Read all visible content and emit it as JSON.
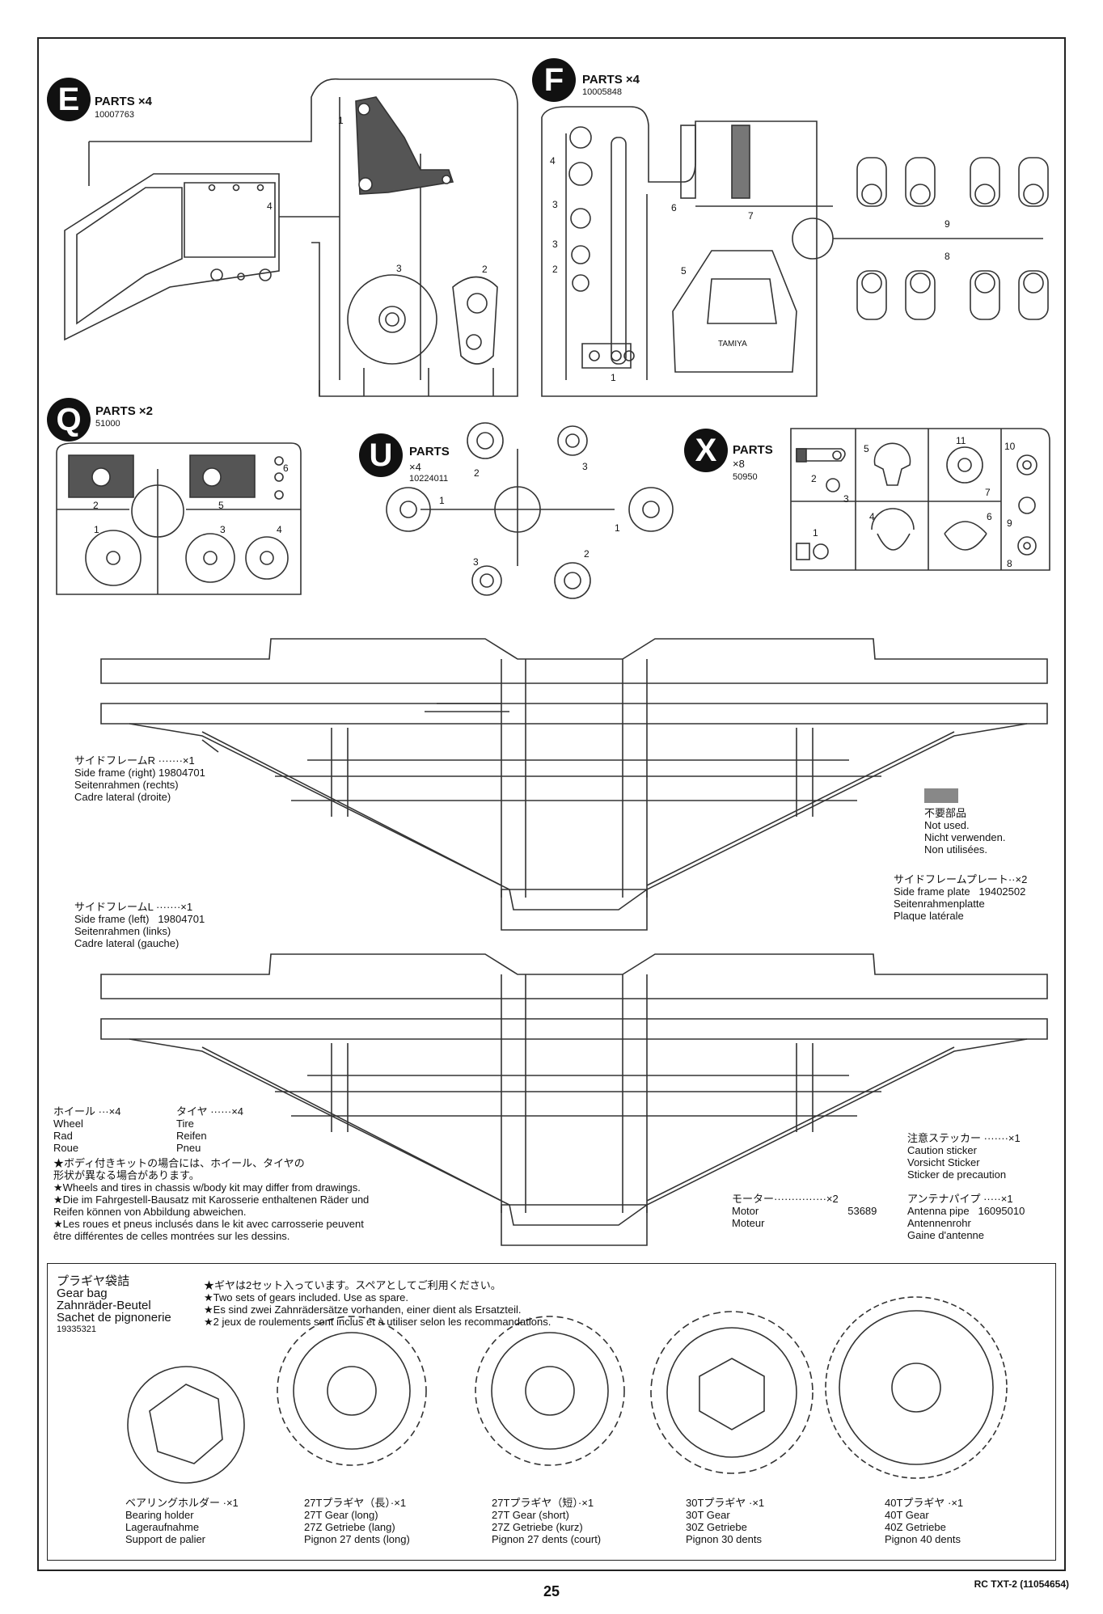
{
  "sprues": {
    "E": {
      "letter": "E",
      "label": "PARTS ×4",
      "code": "10007763",
      "numbers": [
        "1",
        "4",
        "3",
        "2"
      ]
    },
    "F": {
      "letter": "F",
      "label": "PARTS ×4",
      "code": "10005848",
      "numbers": [
        "4",
        "3",
        "3",
        "2",
        "1",
        "6",
        "7",
        "5",
        "9",
        "8"
      ]
    },
    "Q": {
      "letter": "Q",
      "label": "PARTS ×2",
      "code": "51000",
      "numbers": [
        "2",
        "5",
        "6",
        "1",
        "3",
        "4"
      ]
    },
    "U": {
      "letter": "U",
      "label": "PARTS",
      "qty": "×4",
      "code": "10224011",
      "numbers": [
        "2",
        "3",
        "1",
        "1",
        "3",
        "2"
      ]
    },
    "X": {
      "letter": "X",
      "label": "PARTS",
      "qty": "×8",
      "code": "50950",
      "numbers": [
        "2",
        "3",
        "1",
        "5",
        "11",
        "10",
        "7",
        "9",
        "4",
        "6",
        "8"
      ]
    },
    "lettering": {
      "tamiya": "TAMIYA"
    }
  },
  "side_frame_r": {
    "jp": "サイドフレームR ·······×1",
    "en": "Side frame (right)",
    "code": "19804701",
    "de": "Seitenrahmen (rechts)",
    "fr": "Cadre lateral (droite)"
  },
  "side_frame_l": {
    "jp": "サイドフレームL ·······×1",
    "en": "Side frame (left)",
    "code": "19804701",
    "de": "Seitenrahmen (links)",
    "fr": "Cadre lateral (gauche)"
  },
  "not_used": {
    "jp": "不要部品",
    "en": "Not used.",
    "de": "Nicht verwenden.",
    "fr": "Non utilisées."
  },
  "side_frame_plate": {
    "jp": "サイドフレームプレート··×2",
    "en": "Side frame plate",
    "code": "19402502",
    "de": "Seitenrahmenplatte",
    "fr": "Plaque latérale"
  },
  "wheel": {
    "jp": "ホイール ···×4",
    "en": "Wheel",
    "de": "Rad",
    "fr": "Roue"
  },
  "tire": {
    "jp": "タイヤ ······×4",
    "en": "Tire",
    "de": "Reifen",
    "fr": "Pneu"
  },
  "body_notes": [
    "★ボディ付きキットの場合には、ホイール、タイヤの",
    "形状が異なる場合があります。",
    "★Wheels and tires in chassis w/body kit may differ from drawings.",
    "★Die im Fahrgestell-Bausatz mit Karosserie enthaltenen Räder und",
    "Reifen können von Abbildung abweichen.",
    "★Les roues et pneus inclusés dans le kit avec carrosserie peuvent",
    "être différentes de celles montrées sur les dessins."
  ],
  "motor": {
    "jp": "モーター···············×2",
    "en": "Motor",
    "code": "53689",
    "fr": "Moteur"
  },
  "caution_sticker": {
    "jp": "注意ステッカー ·······×1",
    "en": "Caution sticker",
    "de": "Vorsicht Sticker",
    "fr": "Sticker de precaution"
  },
  "antenna_pipe": {
    "jp": "アンテナパイプ ·····×1",
    "en": "Antenna pipe",
    "code": "16095010",
    "de": "Antennenrohr",
    "fr": "Gaine d'antenne"
  },
  "gear_bag": {
    "jp": "プラギヤ袋詰",
    "en": "Gear bag",
    "de": "Zahnräder-Beutel",
    "fr": "Sachet de pignonerie",
    "code": "19335321",
    "notes": [
      "★ギヤは2セット入っています。スペアとしてご利用ください。",
      "★Two sets of gears included. Use as spare.",
      "★Es sind zwei Zahnrädersätze vorhanden, einer dient als Ersatzteil.",
      "★2 jeux de roulements sont inclus et à utiliser selon les recommandations."
    ],
    "items": [
      {
        "jp": "ベアリングホルダー ·×1",
        "en": "Bearing holder",
        "de": "Lageraufnahme",
        "fr": "Support de palier"
      },
      {
        "jp": "27Tプラギヤ（長）·×1",
        "en": "27T Gear (long)",
        "de": "27Z Getriebe (lang)",
        "fr": "Pignon 27 dents (long)"
      },
      {
        "jp": "27Tプラギヤ（短）·×1",
        "en": "27T Gear (short)",
        "de": "27Z Getriebe (kurz)",
        "fr": "Pignon 27 dents (court)"
      },
      {
        "jp": "30Tプラギヤ ·×1",
        "en": "30T Gear",
        "de": "30Z Getriebe",
        "fr": "Pignon 30 dents"
      },
      {
        "jp": "40Tプラギヤ ·×1",
        "en": "40T Gear",
        "de": "40Z Getriebe",
        "fr": "Pignon 40 dents"
      }
    ]
  },
  "page_number": "25",
  "footer_code": "RC TXT-2 (11054654)"
}
